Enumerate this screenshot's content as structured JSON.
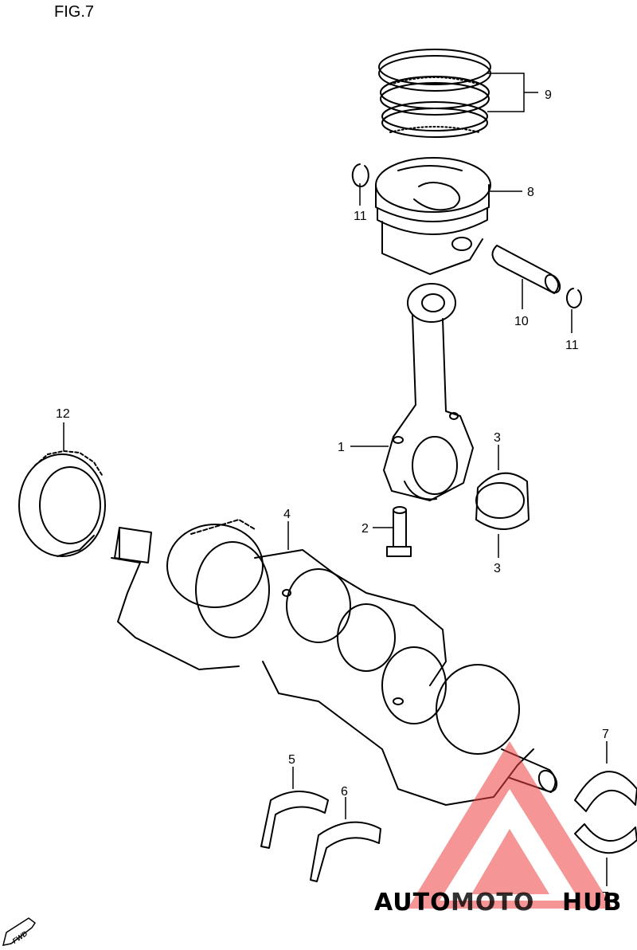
{
  "figure_title": "FIG.7",
  "callouts": {
    "ring_set": "9",
    "piston": "8",
    "circlip_left": "11",
    "piston_pin": "10",
    "circlip_right": "11",
    "conrod": "1",
    "conrod_bearing_upper": "3",
    "conrod_bolt": "2",
    "conrod_bearing_lower": "3",
    "crankshaft": "4",
    "primary_gear": "12",
    "thrust_bearing_5": "5",
    "thrust_bearing_6": "6",
    "journal_bearing_upper": "7",
    "journal_bearing_lower": "7"
  },
  "watermark": {
    "word_a": "AUTO",
    "word_b": "MOTO",
    "word_c": "HUB",
    "color_orange": "#f5a623",
    "color_red": "#f04040",
    "color_gray": "#7f7f7f"
  },
  "fwd_badge": "FWD"
}
